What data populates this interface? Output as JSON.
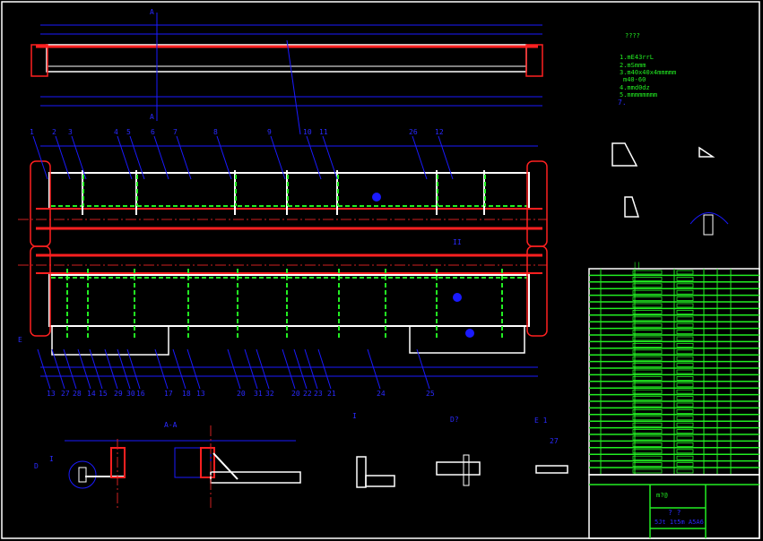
{
  "drawing": {
    "section_marks": {
      "a_top": "A",
      "a_bottom": "A",
      "section_aa": "A-A",
      "detail_i": "I",
      "detail_ii": "II",
      "view_d": "D",
      "view_e": "E",
      "detail_i_title": "I",
      "view_d_title": "D?",
      "view_e_title": "E 1"
    },
    "part_labels_top": [
      "1",
      "2",
      "3",
      "4",
      "5",
      "6",
      "7",
      "8",
      "9",
      "10",
      "11",
      "26",
      "12"
    ],
    "part_labels_bottom": [
      "13",
      "27",
      "28",
      "14",
      "15",
      "29",
      "30",
      "16",
      "17",
      "18",
      "13",
      "20",
      "31",
      "32",
      "20",
      "22",
      "23",
      "21",
      "24",
      "25"
    ],
    "detail_callout_e": "27"
  },
  "notes": {
    "title": "????",
    "lines": [
      "1.mE43rrL",
      "2.mSmmm",
      "3.m40x40x4mmmmm",
      "m40-60",
      "4.mmd0dz",
      "5.mmmmmmmm",
      "7."
    ]
  },
  "parts_list": {
    "header": [
      "||",
      "",
      ""
    ],
    "rows": 31
  },
  "title_block": {
    "mark": "m?@",
    "line1": "? ?",
    "drawing_no": "5Jt 1t5m A5A6"
  },
  "colors": {
    "background": "#000000",
    "dimension": "#1a1aff",
    "outline": "#ffffff",
    "center": "#ff2020",
    "weld": "#22ee22"
  }
}
